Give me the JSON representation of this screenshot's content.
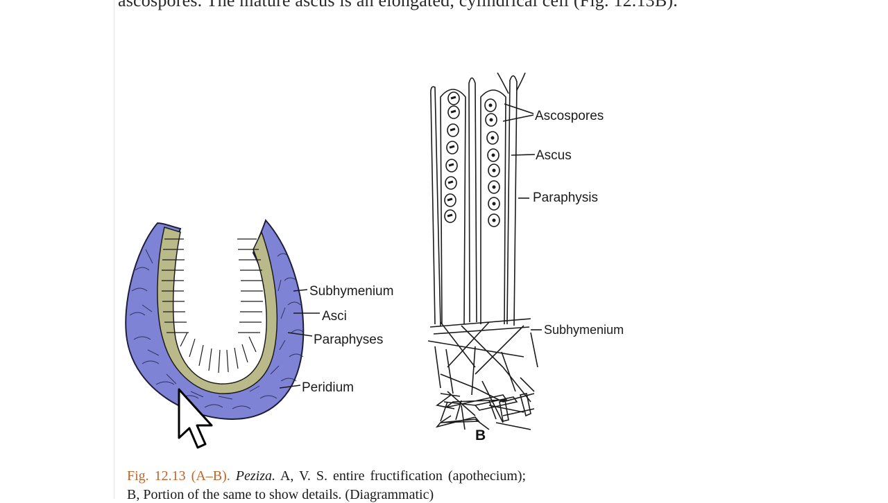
{
  "body_text_top": "ascospores. The mature ascus is an elongated, cylindrical cell (Fig. 12.13B).",
  "figure": {
    "panel_a": {
      "labels": {
        "subhymenium": "Subhymenium",
        "asci": "Asci",
        "paraphyses": "Paraphyses",
        "peridium": "Peridium"
      },
      "colors": {
        "peridium": "#7f83d6",
        "hymenium": "#b9b98a"
      }
    },
    "panel_b": {
      "panel_letter": "B",
      "labels": {
        "ascospores": "Ascospores",
        "ascus": "Ascus",
        "paraphysis": "Paraphysis",
        "subhymenium": "Subhymenium"
      }
    }
  },
  "caption": {
    "fig_ref": "Fig. 12.13 (A–B).",
    "genus": "Peziza.",
    "text": "A, V. S. entire fructification (apothecium);",
    "line2": "B, Portion of the same to show details. (Diagrammatic)"
  },
  "cursor_icon": "arrow-cursor-icon"
}
